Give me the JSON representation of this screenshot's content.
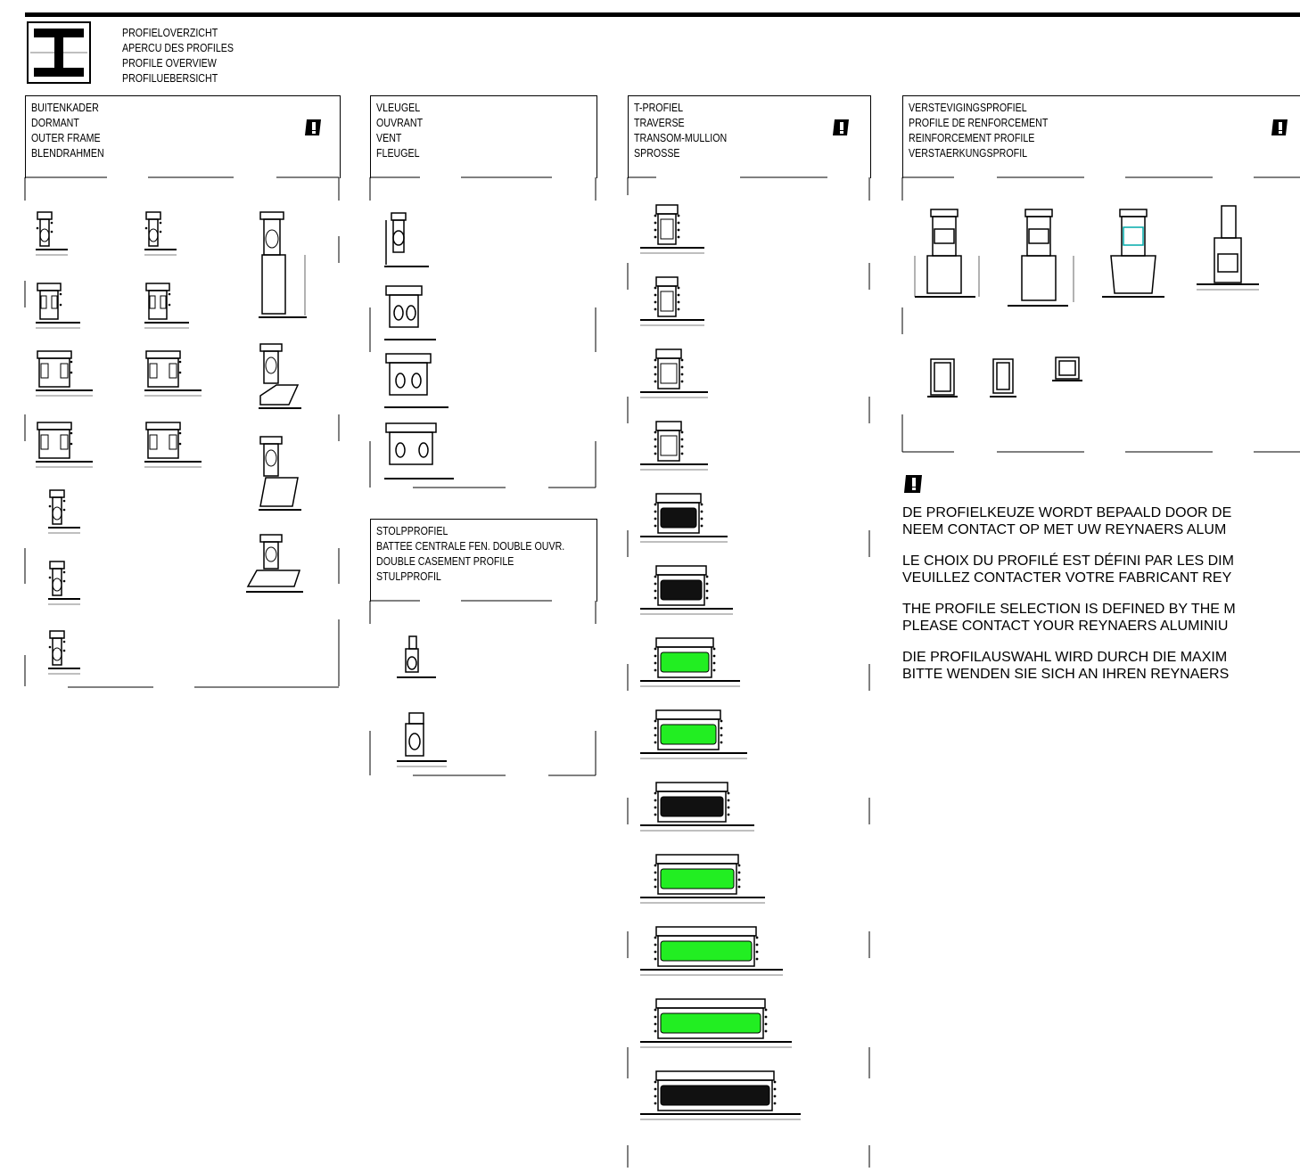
{
  "header": {
    "lines": [
      "PROFIELOVERZICHT",
      "APERCU DES PROFILES",
      "PROFILE OVERVIEW",
      "PROFILUEBERSICHT"
    ]
  },
  "sections": {
    "outer_frame": {
      "lines": [
        "BUITENKADER",
        "DORMANT",
        "OUTER FRAME",
        "BLENDRAHMEN"
      ]
    },
    "vent": {
      "lines": [
        "VLEUGEL",
        "OUVRANT",
        "VENT",
        "FLEUGEL"
      ]
    },
    "double_casement": {
      "lines": [
        "STOLPPROFIEL",
        "BATTEE CENTRALE FEN. DOUBLE OUVR.",
        "DOUBLE CASEMENT PROFILE",
        "STULPPROFIL"
      ]
    },
    "t_profile": {
      "lines": [
        "T-PROFIEL",
        "TRAVERSE",
        "TRANSOM-MULLION",
        "SPROSSE"
      ]
    },
    "reinforcement": {
      "lines": [
        "VERSTEVIGINGSPROFIEL",
        "PROFILE DE RENFORCEMENT",
        "REINFORCEMENT PROFILE",
        "VERSTAERKUNGSPROFIL"
      ]
    }
  },
  "notes": {
    "nl": [
      "DE PROFIELKEUZE WORDT BEPAALD DOOR DE",
      "NEEM CONTACT OP MET UW REYNAERS ALUM"
    ],
    "fr": [
      "LE CHOIX DU PROFILÉ EST DÉFINI PAR LES DIM",
      "VEUILLEZ CONTACTER VOTRE FABRICANT REY"
    ],
    "en": [
      "THE PROFILE SELECTION IS DEFINED BY THE M",
      "PLEASE CONTACT YOUR REYNAERS ALUMINIU"
    ],
    "de": [
      "DIE PROFILAUSWAHL WIRD DURCH DIE MAXIM",
      "BITTE WENDEN SIE SICH AN IHREN REYNAERS"
    ]
  },
  "icons": {
    "logo": "i-beam-profile-icon",
    "warning": "exclamation-warning-icon"
  },
  "colors": {
    "thermal_green": "#22ee22",
    "insulation_black": "#111111"
  },
  "t_profile_fills": [
    "none",
    "none",
    "none",
    "none",
    "black",
    "black",
    "green",
    "green",
    "black",
    "green",
    "green",
    "green",
    "black"
  ]
}
